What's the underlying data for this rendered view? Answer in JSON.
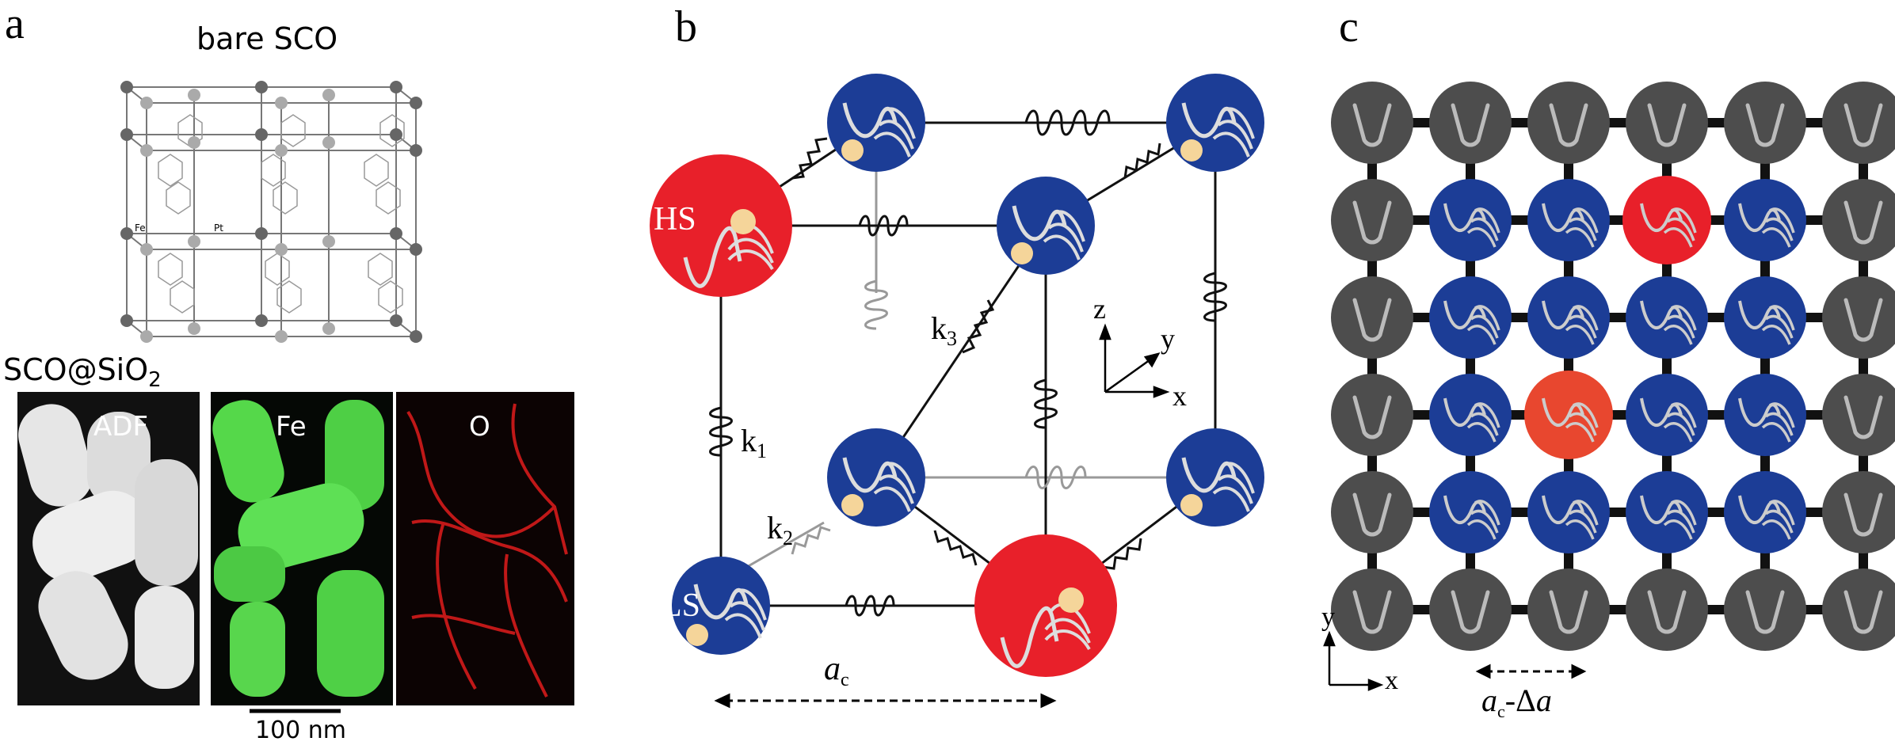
{
  "panel_a": {
    "label": "a",
    "title": "bare SCO",
    "atom_fe": "Fe",
    "atom_pt": "Pt",
    "subtitle_main": "SCO@SiO",
    "subtitle_sub": "2",
    "images": [
      {
        "label": "ADF"
      },
      {
        "label": "Fe"
      },
      {
        "label": "O"
      }
    ],
    "scalebar": "100 nm"
  },
  "panel_b": {
    "label": "b",
    "hs": "HS",
    "ls": "LS",
    "k1": "k",
    "k1_sub": "1",
    "k2": "k",
    "k2_sub": "2",
    "k3": "k",
    "k3_sub": "3",
    "lattice_main": "a",
    "lattice_sub": "c",
    "axis_x": "x",
    "axis_y": "y",
    "axis_z": "z"
  },
  "panel_c": {
    "label": "c",
    "lattice_main": "a",
    "lattice_sub": "c",
    "lattice_suffix": "-Δ",
    "lattice_suffix_var": "a",
    "axis_x": "x",
    "axis_y": "y",
    "grid": [
      [
        "gray",
        "gray",
        "gray",
        "gray",
        "gray",
        "gray"
      ],
      [
        "gray",
        "blue",
        "blue",
        "red",
        "blue",
        "gray"
      ],
      [
        "gray",
        "blue",
        "blue",
        "blue",
        "blue",
        "gray"
      ],
      [
        "gray",
        "blue",
        "orange",
        "blue",
        "blue",
        "gray"
      ],
      [
        "gray",
        "blue",
        "blue",
        "blue",
        "blue",
        "gray"
      ],
      [
        "gray",
        "gray",
        "gray",
        "gray",
        "gray",
        "gray"
      ]
    ]
  },
  "colors": {
    "hs_red": "#e8202a",
    "ls_blue": "#1c3d96",
    "gray_node": "#4d4d4d",
    "orange_node": "#e8472f",
    "bead": "#f5d59a",
    "fe_green": "#55d84a",
    "o_red": "#c01818"
  }
}
